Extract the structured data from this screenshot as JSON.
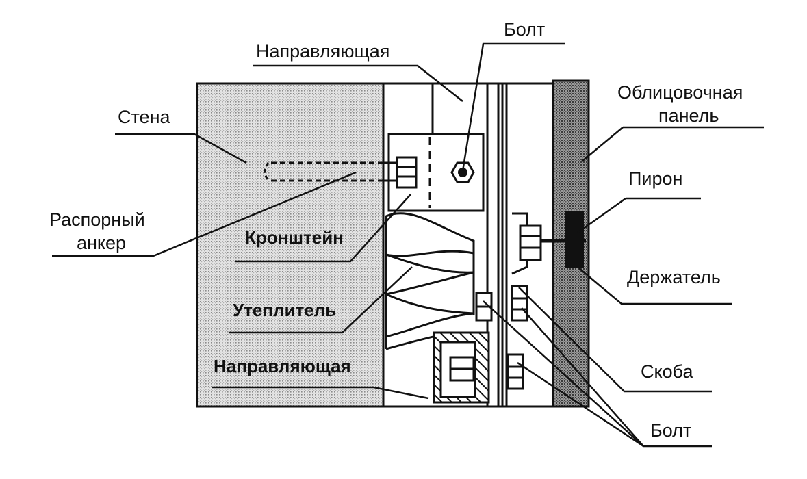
{
  "labels": {
    "bolt_top": "Болт",
    "guide_top": "Направляющая",
    "facing_panel_line1": "Облицовочная",
    "facing_panel_line2": "панель",
    "wall": "Стена",
    "piron": "Пирон",
    "expansion_anchor_line1": "Распорный",
    "expansion_anchor_line2": "анкер",
    "bracket": "Кронштейн",
    "holder": "Держатель",
    "insulation": "Утеплитель",
    "guide_bottom": "Направляющая",
    "clamp": "Скоба",
    "bolt_bottom": "Болт"
  },
  "colors": {
    "ink": "#111111",
    "wall_fill": "#d9d9d9",
    "panel_fill": "#8c8c8c",
    "background": "#ffffff"
  }
}
